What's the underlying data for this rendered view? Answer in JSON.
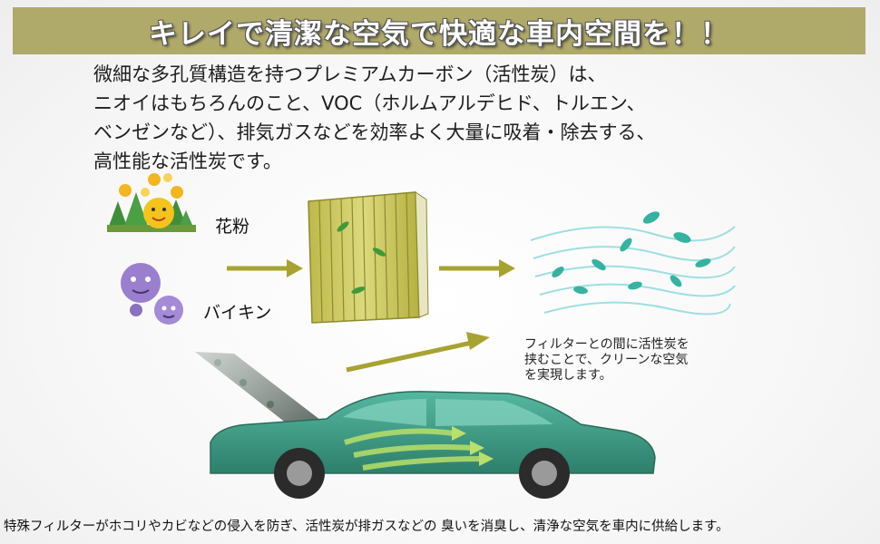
{
  "banner": {
    "title": "キレイで清潔な空気で快適な車内空間を！！"
  },
  "description": {
    "lines": [
      "微細な多孔質構造を持つプレミアムカーボン（活性炭）は、",
      "ニオイはもちろんのこと、VOC（ホルムアルデヒド、トルエン、",
      "ベンゼンなど）、排気ガスなどを効率よく大量に吸着・除去する、",
      "高性能な活性炭です。"
    ]
  },
  "diagram": {
    "pollen_label": "花粉",
    "germ_label": "バイキン",
    "note_lines": [
      "フィルターとの間に活性炭を",
      "挟むことで、クリーンな空気",
      "を実現します。"
    ]
  },
  "footer": {
    "text": "特殊フィルターがホコリやカビなどの侵入を防ぎ、活性炭が排ガスなどの 臭いを消臭し、清浄な空気を車内に供給します。"
  },
  "colors": {
    "banner": "#b0aa6a",
    "arrow": "#a8a232",
    "car_body": "#3d9e86",
    "filter": "#c9c65a",
    "leaf": "#35b3a0"
  },
  "icons": [
    "pollen-flowers-icon",
    "germ-icon",
    "filter-icon",
    "clean-air-icon",
    "car-icon"
  ]
}
